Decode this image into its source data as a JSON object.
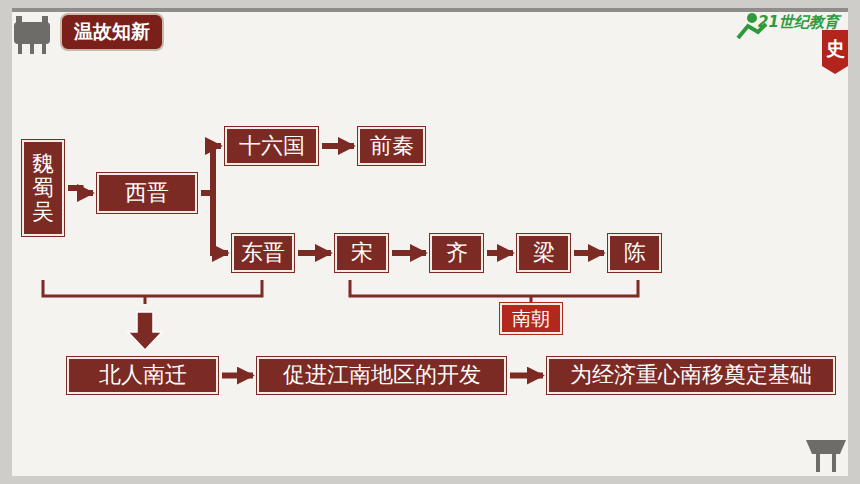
{
  "diagram": {
    "title": "温故知新",
    "nodes": [
      {
        "text": [
          "魏蜀吴"
        ]
      },
      {
        "text": [
          "西晋"
        ]
      },
      {
        "text": [
          "十六国"
        ]
      },
      {
        "text": [
          "前秦"
        ]
      },
      {
        "text": [
          "东晋"
        ]
      },
      {
        "text": [
          "宋"
        ]
      },
      {
        "text": [
          "齐"
        ]
      },
      {
        "text": [
          "梁"
        ]
      },
      {
        "text": [
          "陈"
        ]
      },
      {
        "text": [
          "南朝"
        ]
      },
      {
        "text": [
          "北人南迁"
        ]
      },
      {
        "text": [
          "促进江南地区的开发"
        ]
      },
      {
        "text": [
          "为经济重心南移奠定基础"
        ]
      }
    ],
    "edges": [
      {
        "from": 0,
        "to": 1,
        "arrow": "to"
      },
      {
        "from": 1,
        "to": 2,
        "arrow": "to"
      },
      {
        "from": 1,
        "to": 4,
        "arrow": "to"
      },
      {
        "from": 2,
        "to": 3,
        "arrow": "to"
      },
      {
        "from": 4,
        "to": 5,
        "arrow": "to"
      },
      {
        "from": 5,
        "to": 6,
        "arrow": "to"
      },
      {
        "from": 6,
        "to": 7,
        "arrow": "to"
      },
      {
        "from": 7,
        "to": 8,
        "arrow": "to"
      },
      {
        "from": 10,
        "to": 11,
        "arrow": "to"
      },
      {
        "from": 11,
        "to": 12,
        "arrow": "to"
      }
    ],
    "labels": [
      "21世纪教育",
      "史"
    ]
  }
}
